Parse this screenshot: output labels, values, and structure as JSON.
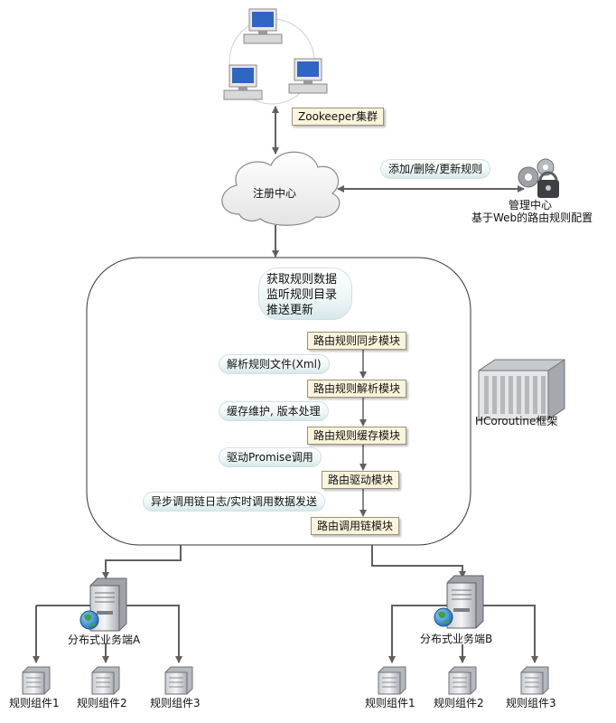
{
  "zookeeper": {
    "label": "Zookeeper集群"
  },
  "registry": {
    "label": "注册中心"
  },
  "admin": {
    "action_label": "添加/删除/更新规则",
    "title": "管理中心",
    "subtitle": "基于Web的路由规则配置"
  },
  "framework": {
    "name": "HCoroutine框架",
    "top_lines": [
      "获取规则数据",
      "监听规则目录",
      "推送更新"
    ],
    "modules": [
      {
        "label": "路由规则同步模块",
        "note": "解析规则文件(Xml)"
      },
      {
        "label": "路由规则解析模块",
        "note": "缓存维护, 版本处理"
      },
      {
        "label": "路由规则缓存模块",
        "note": "驱动Promise调用"
      },
      {
        "label": "路由驱动模块",
        "note": "异步调用链日志/实时调用数据发送"
      },
      {
        "label": "路由调用链模块",
        "note": ""
      }
    ]
  },
  "service_a": {
    "label": "分布式业务端A",
    "components": [
      "规则组件1",
      "规则组件2",
      "规则组件3"
    ]
  },
  "service_b": {
    "label": "分布式业务端B",
    "components": [
      "规则组件1",
      "规则组件2",
      "规则组件3"
    ]
  }
}
